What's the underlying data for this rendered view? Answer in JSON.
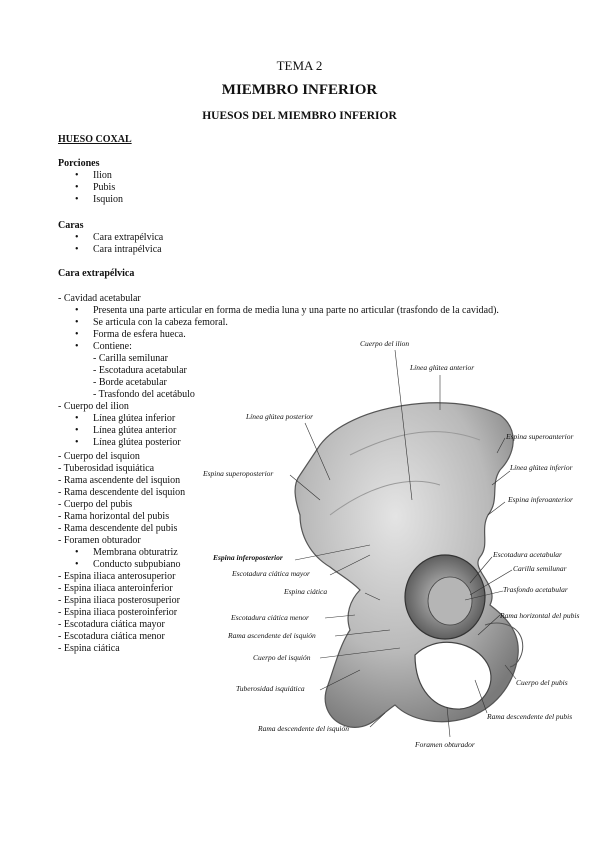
{
  "header": {
    "tema": "TEMA 2",
    "title": "MIEMBRO INFERIOR",
    "subtitle": "HUESOS DEL MIEMBRO INFERIOR"
  },
  "section_heading": "HUESO COXAL",
  "porciones": {
    "heading": "Porciones",
    "items": [
      "Ilion",
      "Pubis",
      "Isquion"
    ]
  },
  "caras": {
    "heading": "Caras",
    "items": [
      "Cara extrapélvica",
      "Cara intrapélvica"
    ]
  },
  "cara_extra": {
    "heading": "Cara extrapélvica"
  },
  "body": {
    "l1": "- Cavidad acetabular",
    "l2": "Presenta una parte articular en forma de media luna y una parte no articular (trasfondo de la cavidad).",
    "l3": "Se articula con la cabeza femoral.",
    "l4": "Forma de esfera hueca.",
    "l5": "Contiene:",
    "l6": "- Carilla semilunar",
    "l7": "- Escotadura acetabular",
    "l8": "- Borde acetabular",
    "l9": "- Trasfondo del acetábulo",
    "l10": "- Cuerpo del ilion",
    "l11": "Línea glútea inferior",
    "l12": "Línea glútea anterior",
    "l13": "Línea glútea posterior",
    "l14": "- Cuerpo del isquion",
    "l15": "- Tuberosidad isquiática",
    "l16": "- Rama ascendente del isquion",
    "l17": "- Rama descendente del isquion",
    "l18": "- Cuerpo del pubis",
    "l19": "- Rama horizontal del pubis",
    "l20": "- Rama descendente del pubis",
    "l21": "- Foramen obturador",
    "l22": "Membrana obturatriz",
    "l23": "Conducto subpubiano",
    "l24": "- Espina iliaca anterosuperior",
    "l25": "- Espina iliaca anteroinferior",
    "l26": "- Espina iliaca posterosuperior",
    "l27": "- Espina iliaca posteroinferior",
    "l28": "- Escotadura ciática mayor",
    "l29": "- Escotadura ciática menor",
    "l30": "- Espina ciática"
  },
  "figure": {
    "labels": {
      "cuerpo_ilion": "Cuerpo del ilion",
      "linea_ant": "Línea glútea anterior",
      "linea_post": "Línea glútea posterior",
      "esp_superoant": "Espina superoanterior",
      "linea_inf": "Línea glútea inferior",
      "esp_superopost": "Espina superoposterior",
      "esp_inferoant": "Espina inferoanterior",
      "esp_inferopost": "Espina inferoposterior",
      "esc_acet": "Escotadura acetabular",
      "carilla": "Carilla semilunar",
      "esc_mayor": "Escotadura ciática mayor",
      "esp_ciatica": "Espina ciática",
      "trasfondo": "Trasfondo acetabular",
      "rama_horiz": "Rama horizontal del pubis",
      "esc_menor": "Escotadura ciática menor",
      "rama_asc": "Rama ascendente del isquión",
      "cuerpo_isq": "Cuerpo del isquión",
      "cuerpo_pubis": "Cuerpo del pubis",
      "tuberosidad": "Tuberosidad isquiática",
      "rama_desc_pubis": "Rama descendente del pubis",
      "rama_desc_isq": "Rama descendente del isquión",
      "foramen": "Foramen obturador"
    }
  }
}
